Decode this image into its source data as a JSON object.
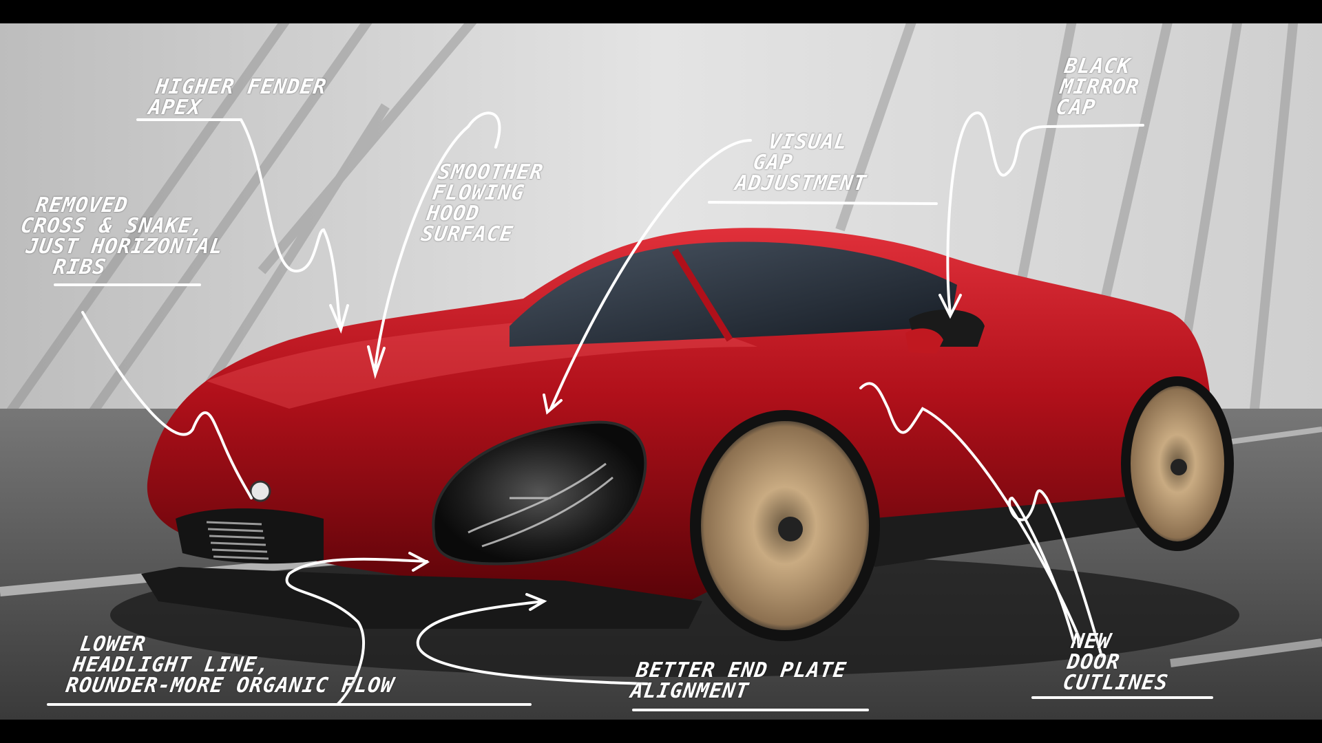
{
  "annotations": [
    {
      "id": "higher-fender-apex",
      "lines": [
        "HIGHER FENDER",
        "APEX"
      ]
    },
    {
      "id": "removed-cross",
      "lines": [
        "REMOVED",
        "CROSS & SNAKE,",
        "JUST HORIZONTAL",
        "RIBS"
      ]
    },
    {
      "id": "smoother-hood",
      "lines": [
        "SMOOTHER",
        "FLOWING",
        "HOOD",
        "SURFACE"
      ]
    },
    {
      "id": "visual-gap",
      "lines": [
        "VISUAL",
        "GAP",
        "ADJUSTMENT"
      ]
    },
    {
      "id": "black-mirror",
      "lines": [
        "BLACK",
        "MIRROR",
        "CAP"
      ]
    },
    {
      "id": "lower-headlight",
      "lines": [
        "LOWER",
        "HEADLIGHT LINE,",
        "ROUNDER-MORE ORGANIC FLOW"
      ]
    },
    {
      "id": "end-plate",
      "lines": [
        "BETTER END PLATE",
        "ALIGNMENT"
      ]
    },
    {
      "id": "door-cutlines",
      "lines": [
        "NEW",
        "DOOR",
        "CUTLINES"
      ]
    }
  ],
  "colors": {
    "car_red": "#b0101a",
    "wheel_bronze": "#a98a62",
    "wall": "#d9d9d9",
    "road": "#5a5a5a",
    "ink": "#ffffff"
  }
}
